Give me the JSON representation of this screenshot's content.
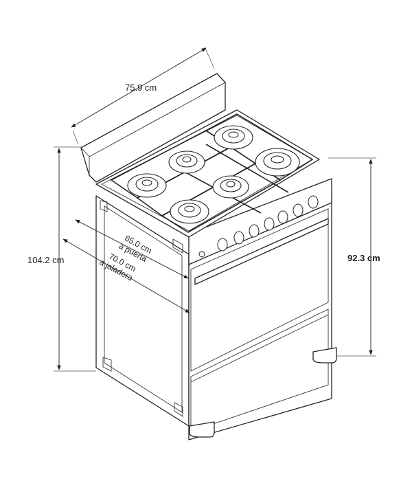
{
  "dimensions": {
    "width": "75.9 cm",
    "total_height": "104.2 cm",
    "counter_height": "92.3 cm",
    "depth_door_value": "65.0 cm",
    "depth_door_label": "a puerta",
    "depth_handle_value": "70.0 cm",
    "depth_handle_label": "a jaladera"
  }
}
